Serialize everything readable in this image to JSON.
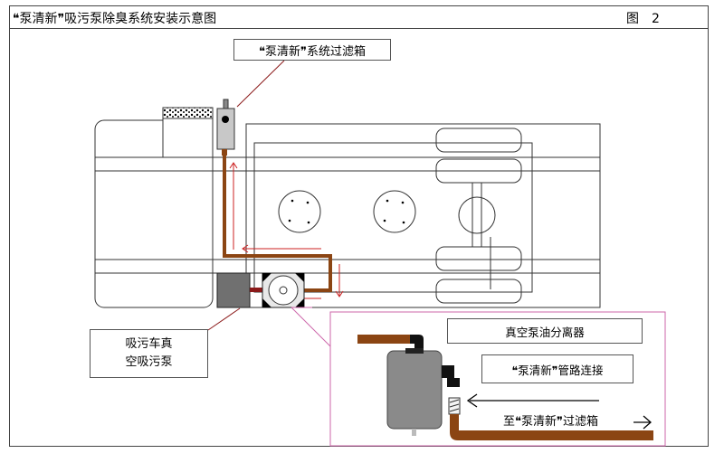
{
  "header": {
    "title": "❝泵清新❞吸污泵除臭系统安装示意图",
    "figure_label": "图　2"
  },
  "labels": {
    "filter_box": "❝泵清新❞系统过滤箱",
    "pump_line1": "吸污车真",
    "pump_line2": "空吸污泵",
    "separator": "真空泵油分离器",
    "pipe_connection": "❝泵清新❞管路连接",
    "to_filter": "至❝泵清新❞过滤箱"
  },
  "colors": {
    "pipe_brown": "#8B4513",
    "pipe_dark": "#1a1a1a",
    "flow_arrow_red": "#cc2222",
    "inset_border": "#cc66aa",
    "filter_box_fill": "#c8c8c8",
    "pump_fill": "#707070"
  }
}
